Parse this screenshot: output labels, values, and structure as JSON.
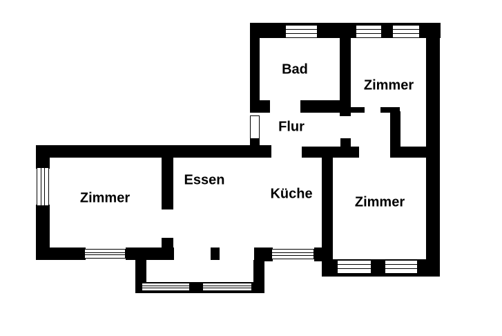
{
  "colors": {
    "wall": "#000000",
    "background": "#ffffff"
  },
  "rooms": [
    {
      "id": "bad",
      "label": "Bad"
    },
    {
      "id": "zimmer-top",
      "label": "Zimmer"
    },
    {
      "id": "flur",
      "label": "Flur"
    },
    {
      "id": "zimmer-left",
      "label": "Zimmer"
    },
    {
      "id": "essen",
      "label": "Essen"
    },
    {
      "id": "kueche",
      "label": "Küche"
    },
    {
      "id": "zimmer-bottom",
      "label": "Zimmer"
    }
  ]
}
